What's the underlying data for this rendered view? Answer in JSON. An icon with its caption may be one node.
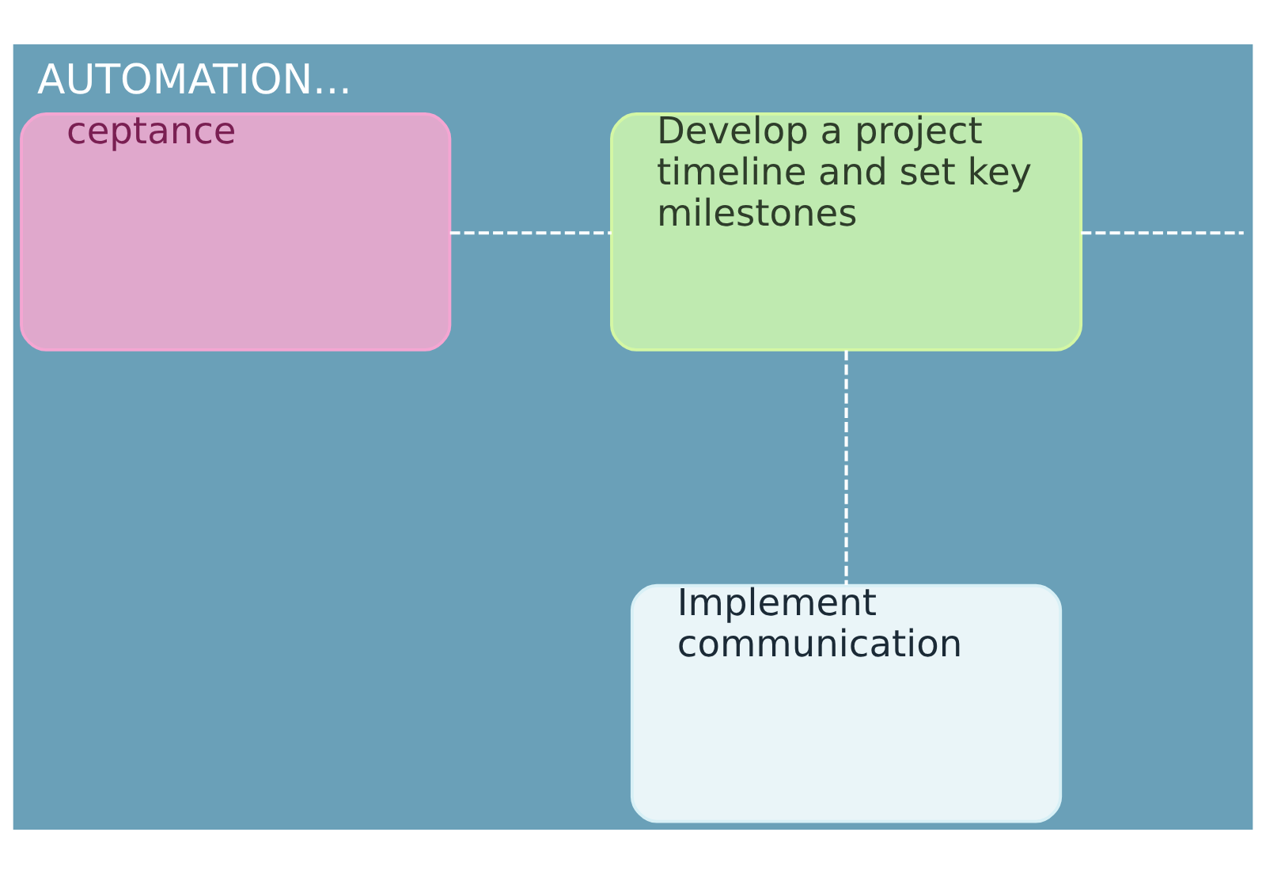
{
  "diagram": {
    "title": "AUTOMATION...",
    "nodes": [
      {
        "text": [
          "ceptance"
        ]
      },
      {
        "text": [
          "Develop a project timeline and set key milestones"
        ]
      },
      {
        "text": [
          "Implement communication"
        ]
      }
    ],
    "edges": [
      {
        "from": 0,
        "to": 1,
        "arrow": "none",
        "style": "dashed"
      },
      {
        "from": 1,
        "to": null,
        "arrow": "none",
        "style": "dashed"
      },
      {
        "from": 1,
        "to": 2,
        "arrow": "none",
        "style": "dashed"
      }
    ]
  }
}
